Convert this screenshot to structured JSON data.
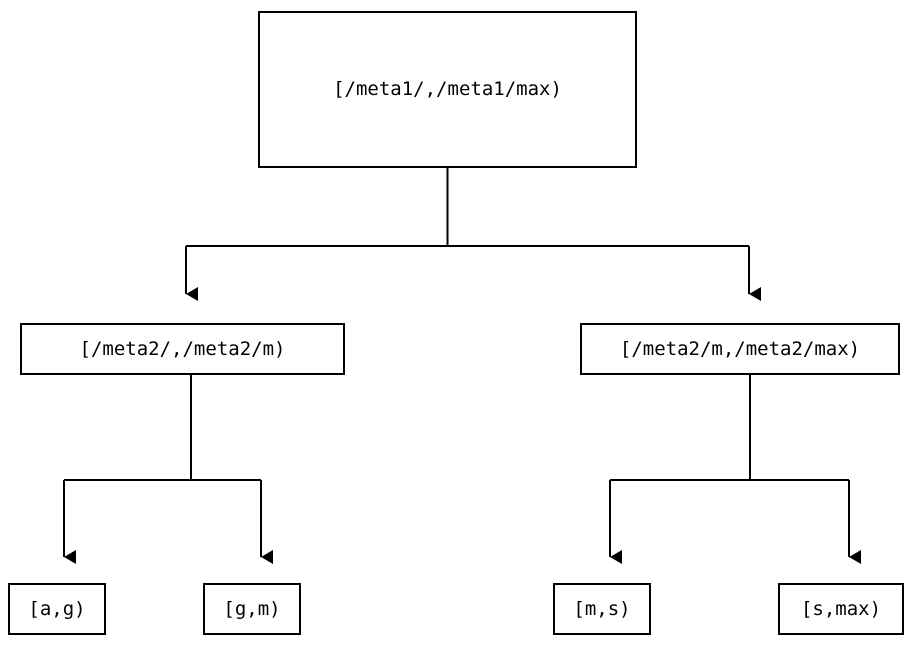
{
  "diagram": {
    "kind": "range-partition-tree",
    "stroke_color": "#000000",
    "fill_color": "#ffffff",
    "nodes": {
      "root": {
        "label": "[/meta1/,/meta1/max)"
      },
      "meta2_low": {
        "label": "[/meta2/,/meta2/m)"
      },
      "meta2_high": {
        "label": "[/meta2/m,/meta2/max)"
      },
      "leaf_ag": {
        "label": "[a,g)"
      },
      "leaf_gm": {
        "label": "[g,m)"
      },
      "leaf_ms": {
        "label": "[m,s)"
      },
      "leaf_smax": {
        "label": "[s,max)"
      }
    },
    "edges": [
      {
        "name": "root-to-meta2-low",
        "from": "root",
        "to": "meta2_low",
        "arrow": "triangle-down"
      },
      {
        "name": "root-to-meta2-high",
        "from": "root",
        "to": "meta2_high",
        "arrow": "triangle-down"
      },
      {
        "name": "meta2-low-to-ag",
        "from": "meta2_low",
        "to": "leaf_ag",
        "arrow": "triangle-down"
      },
      {
        "name": "meta2-low-to-gm",
        "from": "meta2_low",
        "to": "leaf_gm",
        "arrow": "triangle-down"
      },
      {
        "name": "meta2-high-to-ms",
        "from": "meta2_high",
        "to": "leaf_ms",
        "arrow": "triangle-down"
      },
      {
        "name": "meta2-high-to-smax",
        "from": "meta2_high",
        "to": "leaf_smax",
        "arrow": "triangle-down"
      }
    ]
  }
}
